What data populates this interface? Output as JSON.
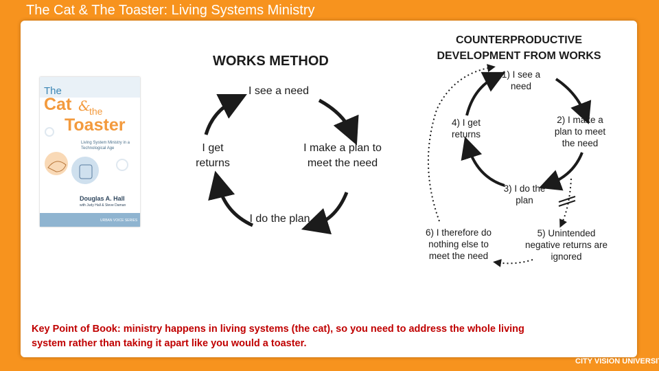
{
  "slide": {
    "title": "The Cat & The Toaster: Living Systems Ministry",
    "logo": "CITY VISION UNIVERSITY"
  },
  "book": {
    "the": "The",
    "cat": "Cat",
    "amp": "&",
    "the2": "the",
    "toaster": "Toaster",
    "subtitle": "Living System Ministry in a Technological Age",
    "author": "Douglas A. Hall",
    "with": "with Judy Hall & Steve Daman",
    "series": "URBAN VOICE SERIES"
  },
  "works_method": {
    "title": "WORKS METHOD",
    "steps": [
      "I see a need",
      "I make a plan to meet the need",
      "I do the plan",
      "I get returns"
    ]
  },
  "counterproductive": {
    "title": "COUNTERPRODUCTIVE DEVELOPMENT FROM WORKS",
    "steps": [
      "1) I see a need",
      "2) I make a plan to meet the need",
      "3) I do the plan",
      "4) I get returns",
      "5) Unintended negative returns are ignored",
      "6) I therefore do nothing else to meet the need"
    ]
  },
  "key_point": "Key Point of Book: ministry happens in living systems (the cat), so you need to address the whole living system rather than taking it apart like you would a toaster."
}
